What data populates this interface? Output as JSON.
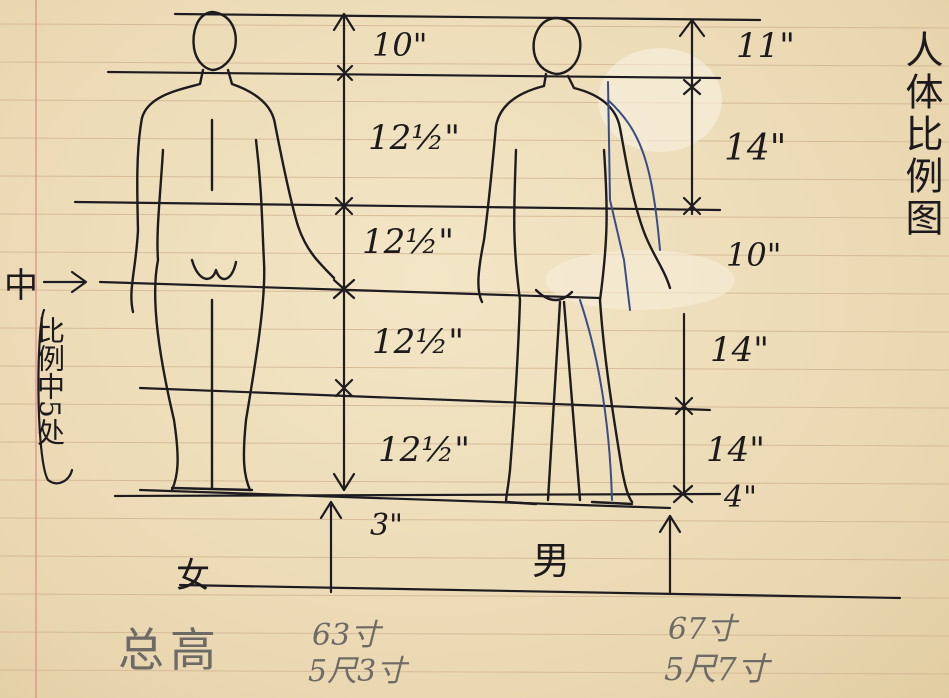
{
  "title": "人体比例图",
  "center_note": {
    "arrow_label": "中",
    "side_text": "比例中5处"
  },
  "female": {
    "label": "女",
    "segments": [
      "10\"",
      "12½\"",
      "12½\"",
      "12½\"",
      "12½\""
    ],
    "foot": "3\"",
    "height_cun": "63寸",
    "height_ft": "5尺3寸"
  },
  "male": {
    "label": "男",
    "segments": [
      "11\"",
      "14\"",
      "10\"",
      "14\"",
      "14\"",
      "4\""
    ],
    "height_cun": "67寸",
    "height_ft": "5尺7寸"
  },
  "total_label": "总高"
}
